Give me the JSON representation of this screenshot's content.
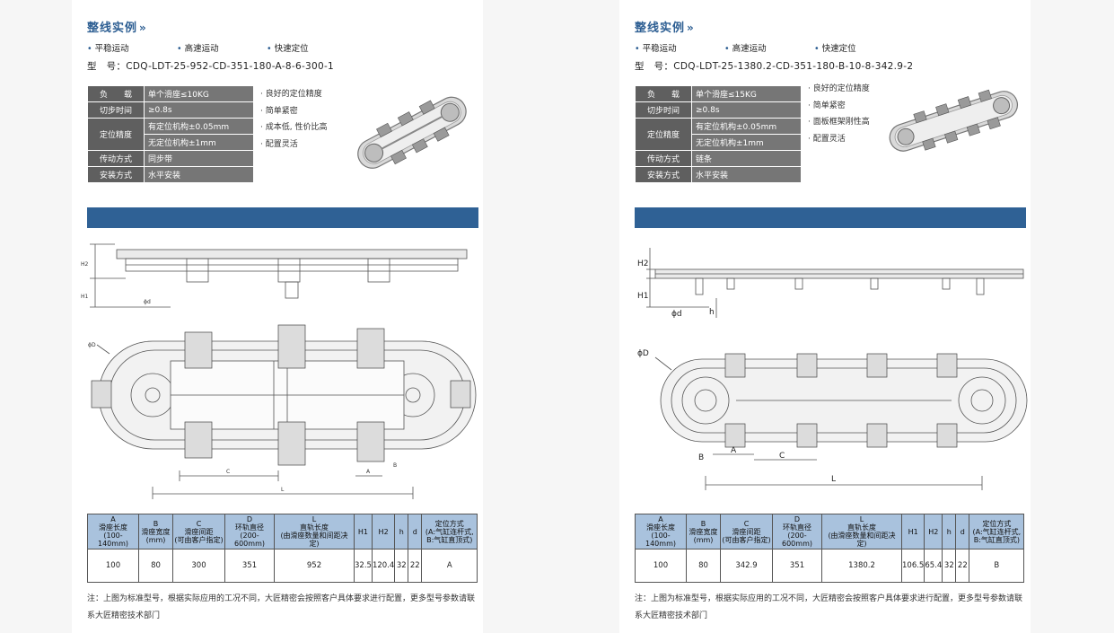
{
  "pages": [
    {
      "title": "整线实例",
      "chevron": "»",
      "features": [
        "平稳运动",
        "高速运动",
        "快速定位"
      ],
      "model": "型　号：CDQ-LDT-25-952-CD-351-180-A-8-6-300-1",
      "spec": {
        "load_label": "负　　载",
        "load_value": "单个滑座≤10KG",
        "step_label": "切步时间",
        "step_value": "≥0.8s",
        "pos_label": "定位精度",
        "pos_value_1": "有定位机构±0.05mm",
        "pos_value_2": "无定位机构±1mm",
        "drive_label": "传动方式",
        "drive_value": "同步带",
        "mount_label": "安装方式",
        "mount_value": "水平安装"
      },
      "points": [
        "良好的定位精度",
        "简单紧密",
        "成本低, 性价比高",
        "配置灵活"
      ],
      "dims_headers": {
        "a": "A",
        "a2": "滑座长度",
        "a3": "(100-140mm)",
        "b": "B",
        "b2": "滑座宽度",
        "b3": "(mm)",
        "c": "C",
        "c2": "滑座间距",
        "c3": "(可由客户指定)",
        "d": "D",
        "d2": "环轨直径",
        "d3": "(200-600mm)",
        "l": "L",
        "l2": "直轨长度",
        "l3": "(由滑座数量和间距决定)",
        "h1": "H1",
        "h2": "H2",
        "h": "h",
        "dd": "d",
        "pos": "定位方式",
        "pos2": "(A:气缸连杆式,",
        "pos3": "B:气缸直顶式)"
      },
      "dims_values": {
        "a": "100",
        "b": "80",
        "c": "300",
        "d": "351",
        "l": "952",
        "h1": "32.5",
        "h2": "120.4",
        "h": "32",
        "dd": "22",
        "pos": "A"
      },
      "note": "注：上图为标准型号，根据实际应用的工况不同，大匠精密会按照客户具体要求进行配置，更多型号参数请联系大匠精密技术部门"
    },
    {
      "title": "整线实例",
      "chevron": "»",
      "features": [
        "平稳运动",
        "高速运动",
        "快速定位"
      ],
      "model": "型　号：CDQ-LDT-25-1380.2-CD-351-180-B-10-8-342.9-2",
      "spec": {
        "load_label": "负　　载",
        "load_value": "单个滑座≤15KG",
        "step_label": "切步时间",
        "step_value": "≥0.8s",
        "pos_label": "定位精度",
        "pos_value_1": "有定位机构±0.05mm",
        "pos_value_2": "无定位机构±1mm",
        "drive_label": "传动方式",
        "drive_value": "链条",
        "mount_label": "安装方式",
        "mount_value": "水平安装"
      },
      "points": [
        "良好的定位精度",
        "简单紧密",
        "面板框架刚性高",
        "配置灵活"
      ],
      "dims_headers": {
        "a": "A",
        "a2": "滑座长度",
        "a3": "(100-140mm)",
        "b": "B",
        "b2": "滑座宽度",
        "b3": "(mm)",
        "c": "C",
        "c2": "滑座间距",
        "c3": "(可由客户指定)",
        "d": "D",
        "d2": "环轨直径",
        "d3": "(200-600mm)",
        "l": "L",
        "l2": "直轨长度",
        "l3": "(由滑座数量和间距决定)",
        "h1": "H1",
        "h2": "H2",
        "h": "h",
        "dd": "d",
        "pos": "定位方式",
        "pos2": "(A:气缸连杆式,",
        "pos3": "B:气缸直顶式)"
      },
      "dims_values": {
        "a": "100",
        "b": "80",
        "c": "342.9",
        "d": "351",
        "l": "1380.2",
        "h1": "106.5",
        "h2": "65.4",
        "h": "32",
        "dd": "22",
        "pos": "B"
      },
      "note": "注：上图为标准型号，根据实际应用的工况不同，大匠精密会按照客户具体要求进行配置，更多型号参数请联系大匠精密技术部门"
    }
  ],
  "drawing_labels": {
    "phi_d": "ϕD",
    "phi_small_d": "ϕd",
    "h1": "H1",
    "h2": "H2",
    "h": "h",
    "a": "A",
    "b": "B",
    "c": "C",
    "l": "L",
    "d": "d"
  },
  "colors": {
    "accent": "#2f6195",
    "header": "#a9c2dd",
    "spec_key": "#5f5f5f",
    "spec_val": "#767676"
  }
}
